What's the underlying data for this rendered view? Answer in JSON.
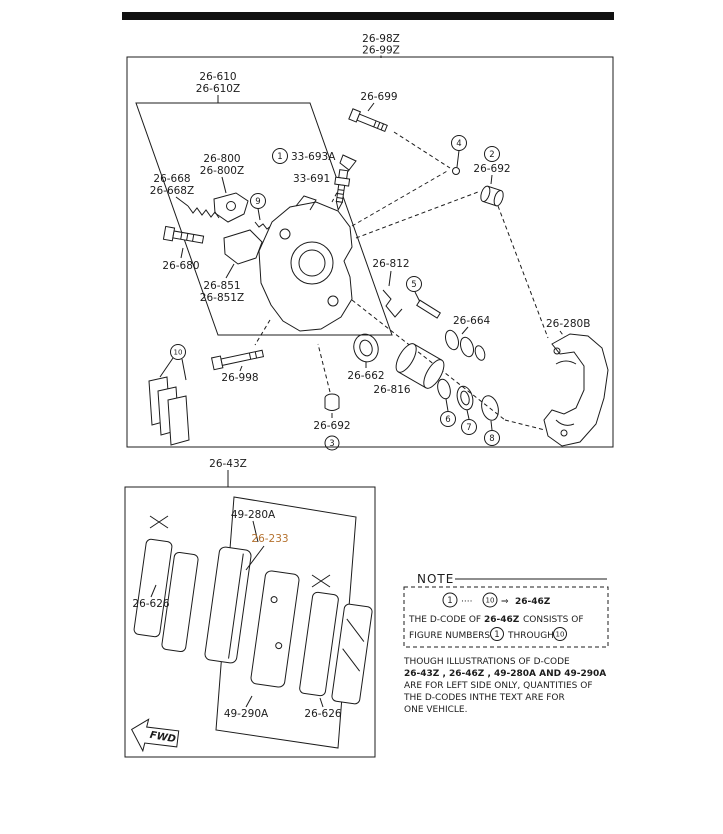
{
  "colors": {
    "highlight": "#b5722f",
    "ink": "#1c1c1c"
  },
  "header": {
    "code_top": "26-98Z",
    "code_bottom": "26-99Z"
  },
  "callouts": {
    "n1": "1",
    "n2": "2",
    "n3": "3",
    "n4": "4",
    "n5": "5",
    "n6": "6",
    "n7": "7",
    "n8": "8",
    "n9": "9",
    "n10": "10"
  },
  "labels": {
    "sub1": "26-610",
    "sub2": "26-610Z",
    "p26_699": "26-699",
    "p33_693A": "33-693A",
    "p33_691": "33-691",
    "p26_800": "26-800",
    "p26_800Z": "26-800Z",
    "p26_668": "26-668",
    "p26_668Z": "26-668Z",
    "p26_680": "26-680",
    "p26_851": "26-851",
    "p26_851Z": "26-851Z",
    "p26_692a": "26-692",
    "p26_812": "26-812",
    "p26_664": "26-664",
    "p26_280B": "26-280B",
    "p26_998": "26-998",
    "p26_662": "26-662",
    "p26_816": "26-816",
    "p26_692b": "26-692",
    "p26_43Z": "26-43Z",
    "p49_280A": "49-280A",
    "p26_233": "26-233",
    "p26_626a": "26-626",
    "p49_290A": "49-290A",
    "p26_626b": "26-626"
  },
  "note": {
    "heading": "NOTE",
    "dots": "····",
    "arrow": "⇒",
    "code": "26-46Z",
    "line1_pre": "THE D-CODE OF",
    "code2": "26-46Z",
    "line1_post": "CONSISTS OF",
    "line2_pre": "FIGURE NUMBERS",
    "line2_mid": "THROUGH",
    "para1": "THOUGH ILLUSTRATIONS OF D-CODE",
    "para2": "26-43Z , 26-46Z , 49-280A AND 49-290A",
    "para3": "ARE FOR LEFT SIDE ONLY, QUANTITIES OF",
    "para4": "THE D-CODES INTHE TEXT ARE FOR",
    "para5": "ONE VEHICLE."
  },
  "fwd_label": "FWD"
}
